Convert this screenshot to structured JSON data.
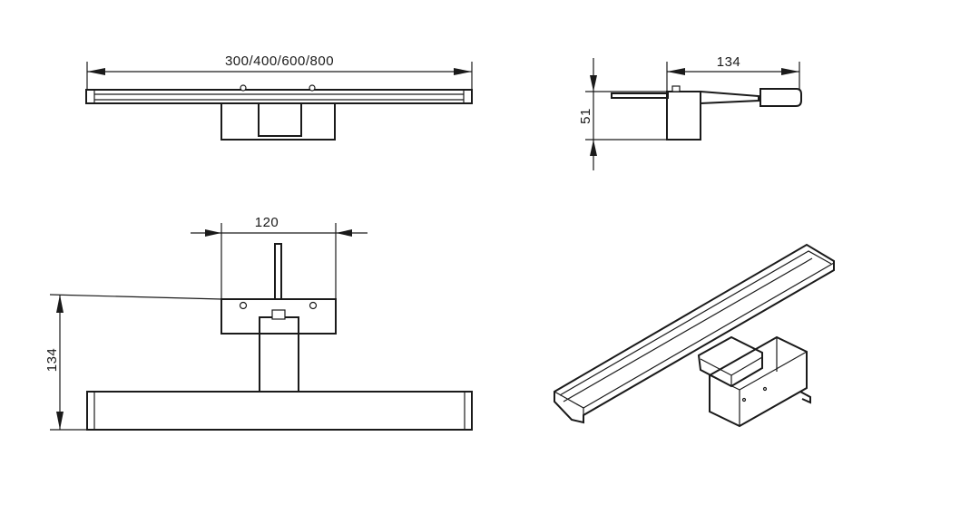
{
  "dimensions": {
    "front_width": "300/400/600/800",
    "side_depth": "134",
    "side_height": "51",
    "top_mount_width": "120",
    "top_projection": "134"
  }
}
